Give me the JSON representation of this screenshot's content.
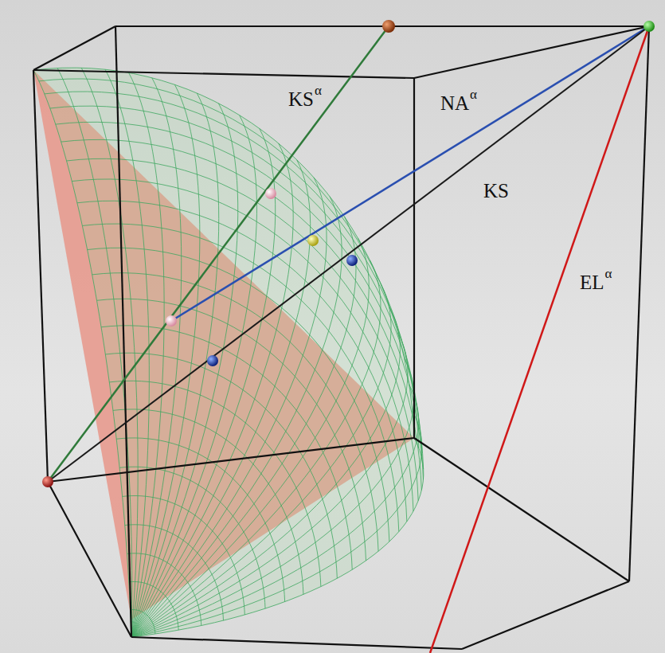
{
  "diagram": {
    "labels": [
      "KS",
      "α",
      "NA",
      "α",
      "KS",
      "EL",
      "α"
    ]
  }
}
